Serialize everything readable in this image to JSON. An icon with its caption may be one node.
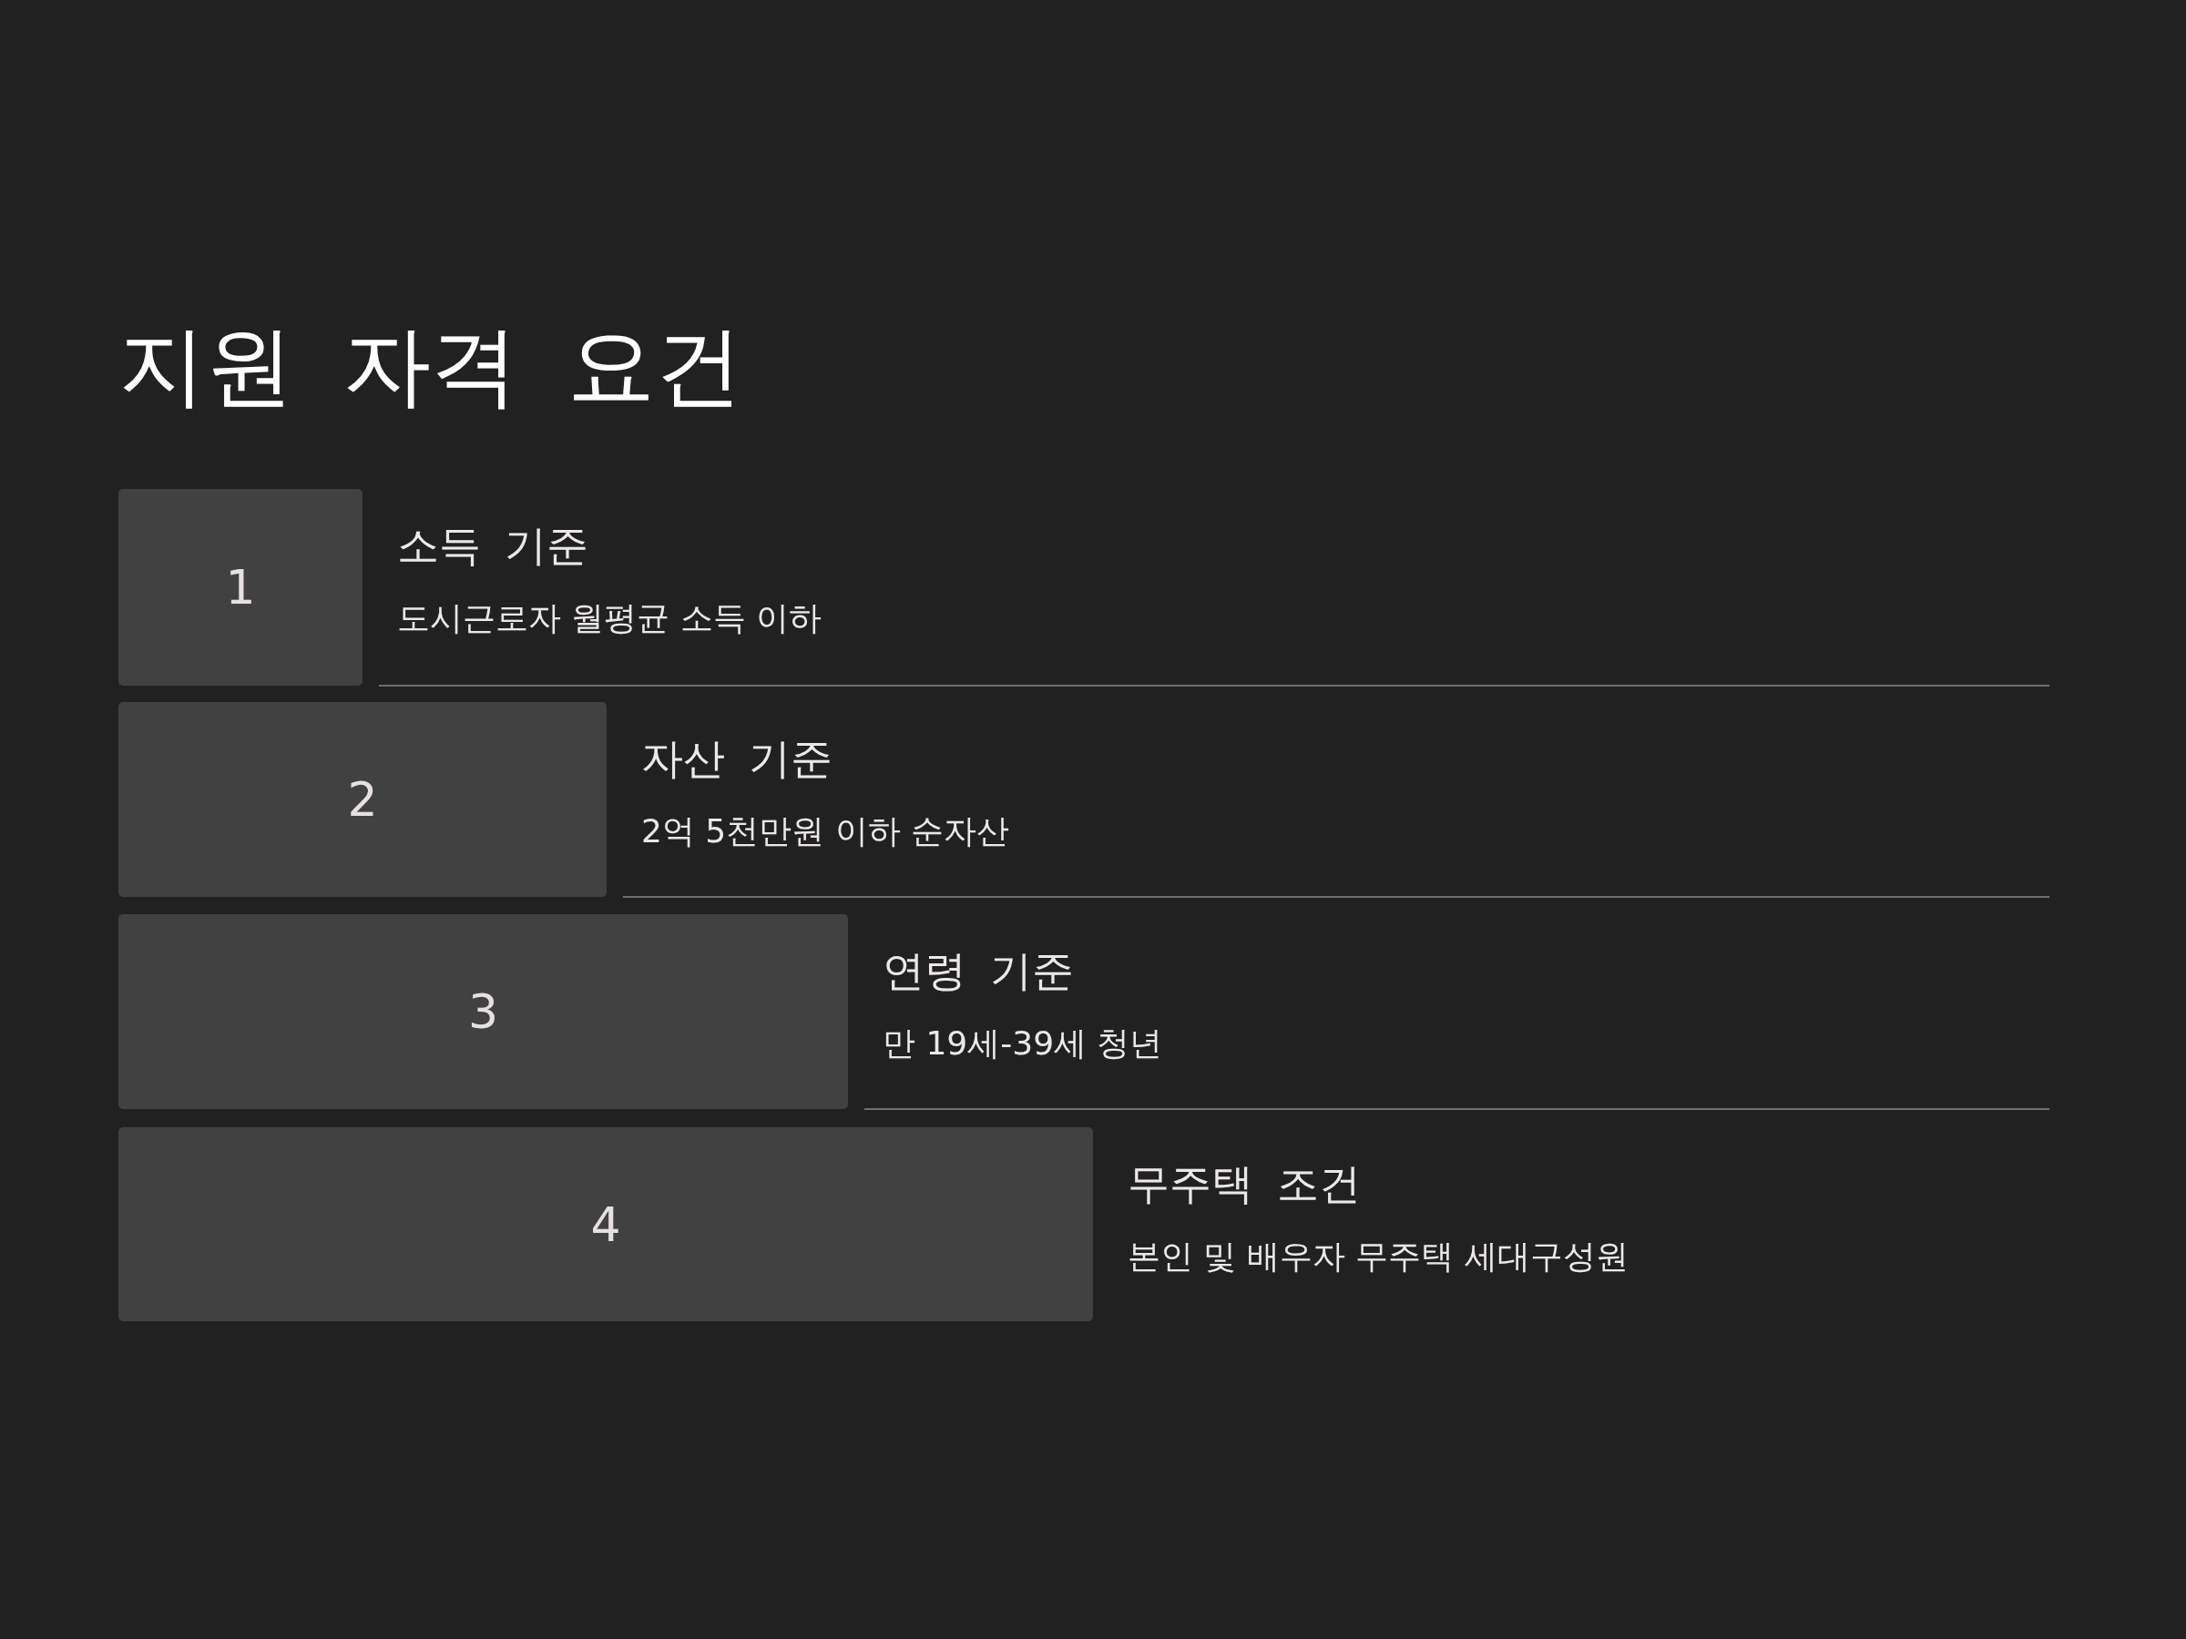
{
  "diagram": {
    "title": "지원 자격 요건",
    "nodes": [
      {
        "text": [
          "1"
        ],
        "beside": [
          "소득 기준",
          "도시근로자 월평균 소득 이하"
        ]
      },
      {
        "text": [
          "2"
        ],
        "beside": [
          "자산 기준",
          "2억 5천만원 이하 순자산"
        ]
      },
      {
        "text": [
          "3"
        ],
        "beside": [
          "연령 기준",
          "만 19세-39세 청년"
        ]
      },
      {
        "text": [
          "4"
        ],
        "beside": [
          "무주택 조건",
          "본인 및 배우자 무주택 세대구성원"
        ]
      }
    ]
  }
}
